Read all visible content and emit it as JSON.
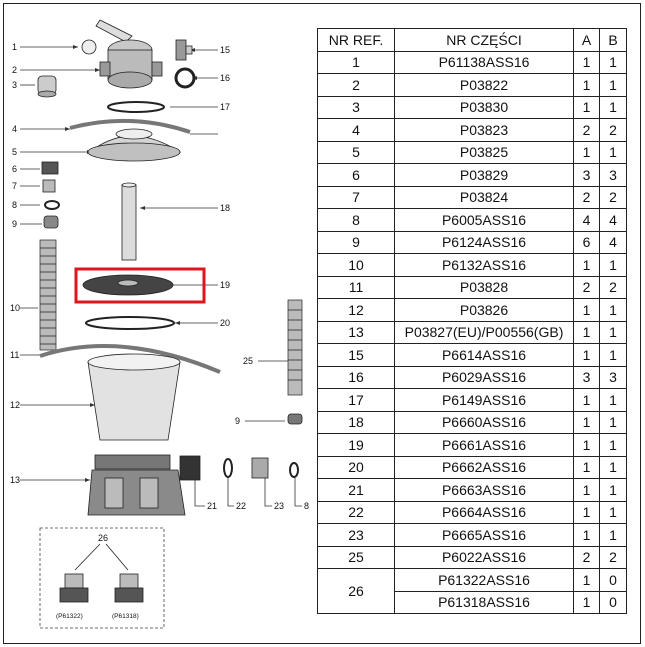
{
  "table": {
    "headers": [
      "NR REF.",
      "NR CZĘŚCI",
      "A",
      "B"
    ],
    "rows": [
      {
        "ref": "1",
        "part": "P61138ASS16",
        "a": "1",
        "b": "1"
      },
      {
        "ref": "2",
        "part": "P03822",
        "a": "1",
        "b": "1"
      },
      {
        "ref": "3",
        "part": "P03830",
        "a": "1",
        "b": "1"
      },
      {
        "ref": "4",
        "part": "P03823",
        "a": "2",
        "b": "2"
      },
      {
        "ref": "5",
        "part": "P03825",
        "a": "1",
        "b": "1"
      },
      {
        "ref": "6",
        "part": "P03829",
        "a": "3",
        "b": "3"
      },
      {
        "ref": "7",
        "part": "P03824",
        "a": "2",
        "b": "2"
      },
      {
        "ref": "8",
        "part": "P6005ASS16",
        "a": "4",
        "b": "4"
      },
      {
        "ref": "9",
        "part": "P6124ASS16",
        "a": "6",
        "b": "4"
      },
      {
        "ref": "10",
        "part": "P6132ASS16",
        "a": "1",
        "b": "1"
      },
      {
        "ref": "11",
        "part": "P03828",
        "a": "2",
        "b": "2"
      },
      {
        "ref": "12",
        "part": "P03826",
        "a": "1",
        "b": "1"
      },
      {
        "ref": "13",
        "part": "P03827(EU)/P00556(GB)",
        "a": "1",
        "b": "1"
      },
      {
        "ref": "15",
        "part": "P6614ASS16",
        "a": "1",
        "b": "1"
      },
      {
        "ref": "16",
        "part": "P6029ASS16",
        "a": "3",
        "b": "3"
      },
      {
        "ref": "17",
        "part": "P6149ASS16",
        "a": "1",
        "b": "1"
      },
      {
        "ref": "18",
        "part": "P6660ASS16",
        "a": "1",
        "b": "1"
      },
      {
        "ref": "19",
        "part": "P6661ASS16",
        "a": "1",
        "b": "1"
      },
      {
        "ref": "20",
        "part": "P6662ASS16",
        "a": "1",
        "b": "1"
      },
      {
        "ref": "21",
        "part": "P6663ASS16",
        "a": "1",
        "b": "1"
      },
      {
        "ref": "22",
        "part": "P6664ASS16",
        "a": "1",
        "b": "1"
      },
      {
        "ref": "23",
        "part": "P6665ASS16",
        "a": "1",
        "b": "1"
      },
      {
        "ref": "25",
        "part": "P6022ASS16",
        "a": "2",
        "b": "2"
      }
    ],
    "last": {
      "ref": "26",
      "parts": [
        {
          "part": "P61322ASS16",
          "a": "1",
          "b": "0"
        },
        {
          "part": "P61318ASS16",
          "a": "1",
          "b": "0"
        }
      ]
    }
  },
  "diagram": {
    "labels": [
      "1",
      "2",
      "3",
      "4",
      "5",
      "6",
      "7",
      "8",
      "9",
      "10",
      "11",
      "12",
      "13",
      "15",
      "16",
      "17",
      "18",
      "19",
      "20",
      "21",
      "22",
      "23",
      "25",
      "9",
      "8",
      "26"
    ],
    "inset_captions": [
      "(P61322)",
      "(P61318)"
    ],
    "highlight_ref": "19",
    "highlight_color": "#e0141b"
  }
}
